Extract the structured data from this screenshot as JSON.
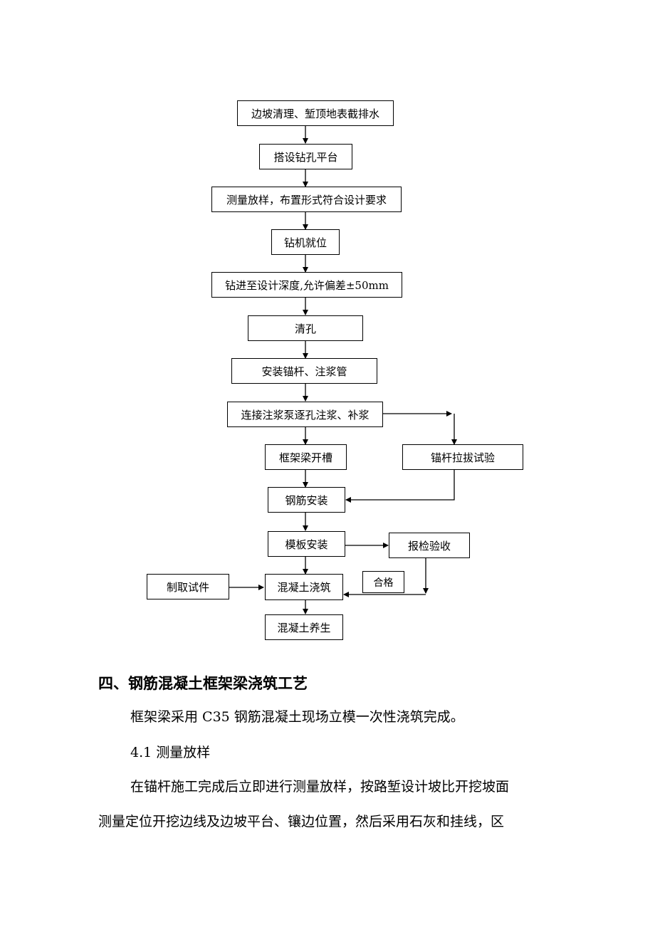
{
  "flowchart": {
    "steps": {
      "s1": "边坡清理、堑顶地表截排水",
      "s2": "搭设钻孔平台",
      "s3": "测量放样，布置形式符合设计要求",
      "s4": "钻机就位",
      "s5": "钻进至设计深度,允许偏差±50mm",
      "s6": "清孔",
      "s7": "安装锚杆、注浆管",
      "s8": "连接注浆泵逐孔注浆、补浆",
      "s9": "框架梁开槽",
      "s10": "锚杆拉拔试验",
      "s11": "钢筋安装",
      "s12": "模板安装",
      "s13": "报检验收",
      "s14": "制取试件",
      "s15": "混凝土浇筑",
      "s16": "合格",
      "s17": "混凝土养生"
    }
  },
  "section": {
    "heading": "四、钢筋混凝土框架梁浇筑工艺",
    "intro": "框架梁采用 C35 钢筋混凝土现场立模一次性浇筑完成。",
    "subheading": "4.1 测量放样",
    "body_line1": "在锚杆施工完成后立即进行测量放样，按路堑设计坡比开挖坡面",
    "body_line2": "测量定位开挖边线及边坡平台、镶边位置，然后采用石灰和挂线，区"
  }
}
